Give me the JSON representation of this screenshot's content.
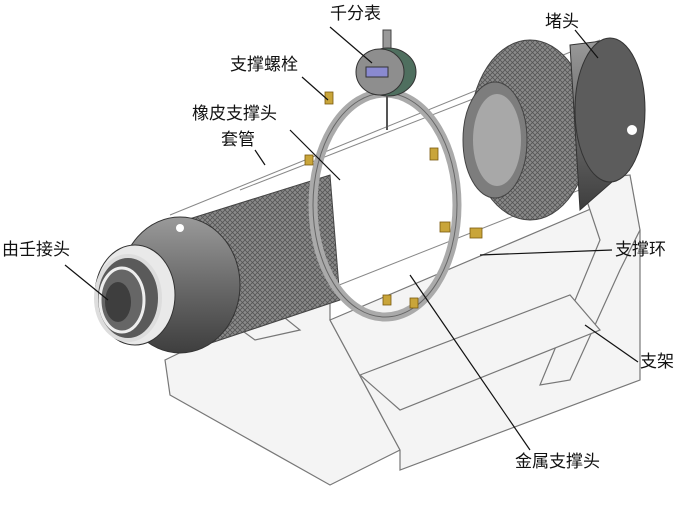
{
  "labels": {
    "dial_gauge": "千分表",
    "end_plug": "堵头",
    "support_bolt": "支撑螺栓",
    "rubber_support_head": "橡皮支撑头",
    "casing": "套管",
    "union_joint": "由壬接头",
    "support_ring": "支撑环",
    "stand": "支架",
    "metal_support_head": "金属支撑头"
  },
  "colors": {
    "metal_dark": "#6a6a6a",
    "metal_light": "#bdbdbd",
    "gauge_green": "#4f6f5f",
    "bolt_gold": "#c9a53a"
  }
}
